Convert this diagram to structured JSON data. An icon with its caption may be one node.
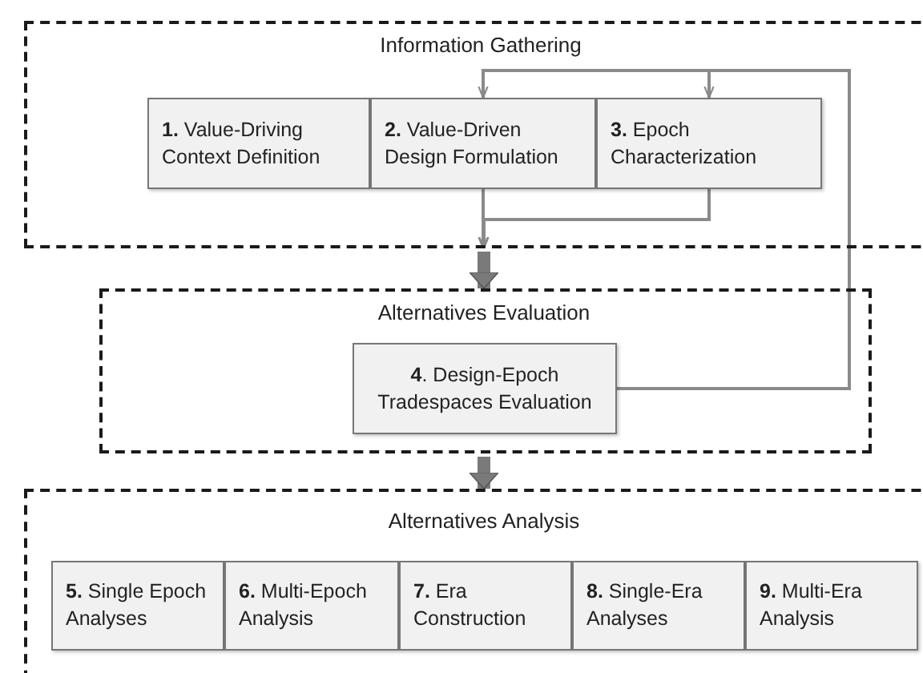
{
  "diagram": {
    "nodes": [
      {
        "text": [
          "Information Gathering"
        ]
      },
      {
        "text": [
          "**1.** Value-Driving Context Definition"
        ],
        "in": 0
      },
      {
        "text": [
          "**2.** Value-Driven Design Formulation"
        ],
        "in": 0
      },
      {
        "text": [
          "**3.** Epoch Characterization"
        ],
        "in": 0
      },
      {
        "text": [
          "Alternatives Evaluation"
        ]
      },
      {
        "text": [
          "**4**. Design-Epoch Tradespaces Evaluation"
        ],
        "in": 4
      },
      {
        "text": [
          "Alternatives Analysis"
        ]
      },
      {
        "text": [
          "**5.** Single Epoch Analyses"
        ],
        "in": 6
      },
      {
        "text": [
          "**6.** Multi-Epoch Analysis"
        ],
        "in": 6
      },
      {
        "text": [
          "**7.** Era Construction"
        ],
        "in": 6
      },
      {
        "text": [
          "**8.** Single-Era Analyses"
        ],
        "in": 6
      },
      {
        "text": [
          "**9.** Multi-Era Analysis"
        ],
        "in": 6
      }
    ],
    "edges": [
      {
        "from": 5,
        "to": 2,
        "arrow": "to"
      },
      {
        "from": 5,
        "to": 3,
        "arrow": "to"
      },
      {
        "from": 2,
        "to": 0,
        "arrow": "to"
      },
      {
        "from": 3,
        "to": 0,
        "arrow": "to"
      },
      {
        "from": 0,
        "to": 4,
        "arrow": "to",
        "style": "thick"
      },
      {
        "from": 4,
        "to": 6,
        "arrow": "to",
        "style": "thick"
      }
    ]
  }
}
